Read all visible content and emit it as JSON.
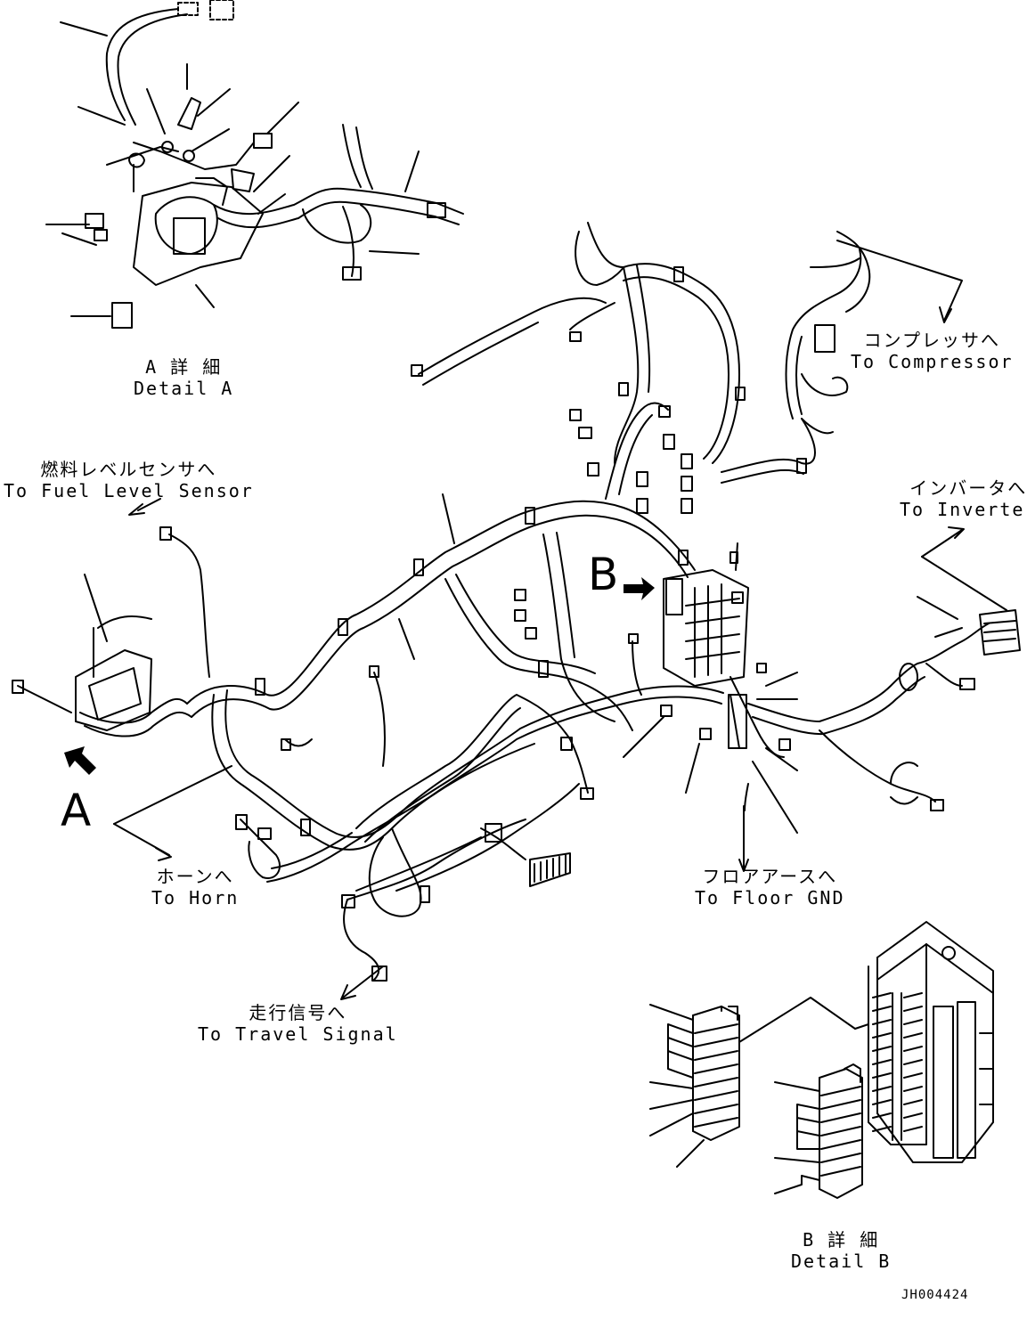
{
  "detail_a": {
    "jp": "A 詳 細",
    "en": "Detail A"
  },
  "detail_b": {
    "jp": "B 詳 細",
    "en": "Detail B"
  },
  "fuel": {
    "jp": "燃料レベルセンサへ",
    "en": "To Fuel Level Sensor"
  },
  "compressor": {
    "jp": "コンプレッサへ",
    "en": "To Compressor"
  },
  "inverter": {
    "jp": "インバータへ",
    "en": "To Inverter"
  },
  "horn": {
    "jp": "ホーンへ",
    "en": "To Horn"
  },
  "floor_gnd": {
    "jp": "フロアアースへ",
    "en": "To Floor GND"
  },
  "travel": {
    "jp": "走行信号へ",
    "en": "To Travel Signal"
  },
  "view_a": "A",
  "view_b": "B",
  "drawing_number": "JH004424"
}
